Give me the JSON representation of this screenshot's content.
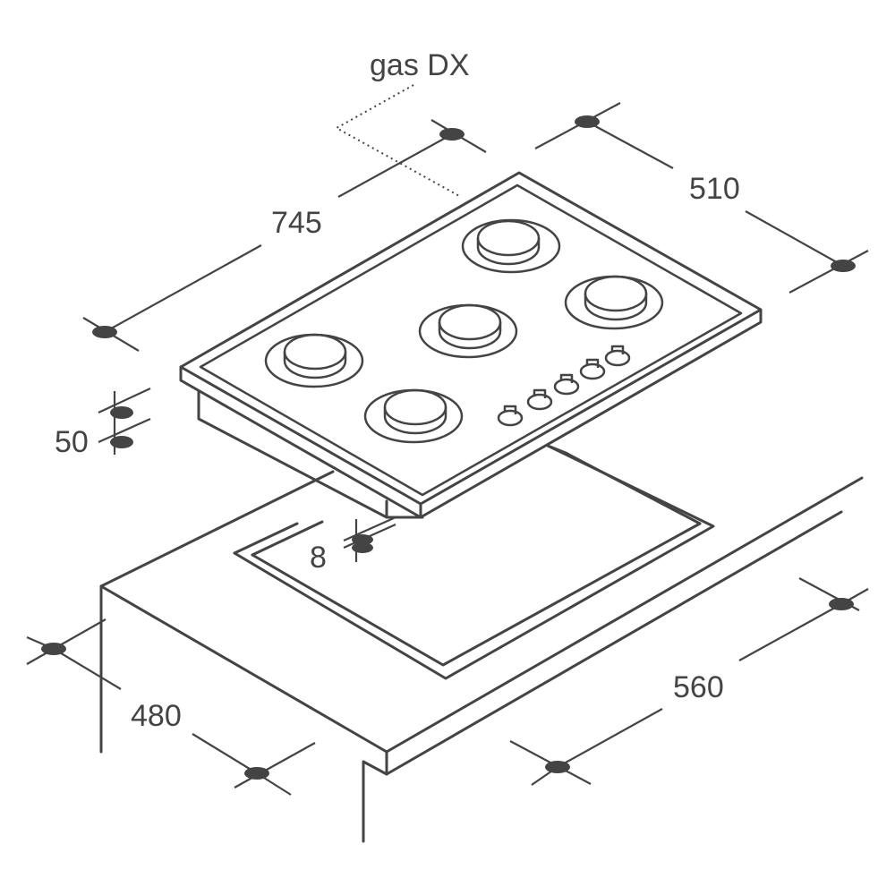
{
  "labels": {
    "gas_connection": "gas DX",
    "width": "745",
    "depth": "510",
    "height": "50",
    "thickness": "8",
    "cutout_depth": "480",
    "cutout_width": "560"
  }
}
